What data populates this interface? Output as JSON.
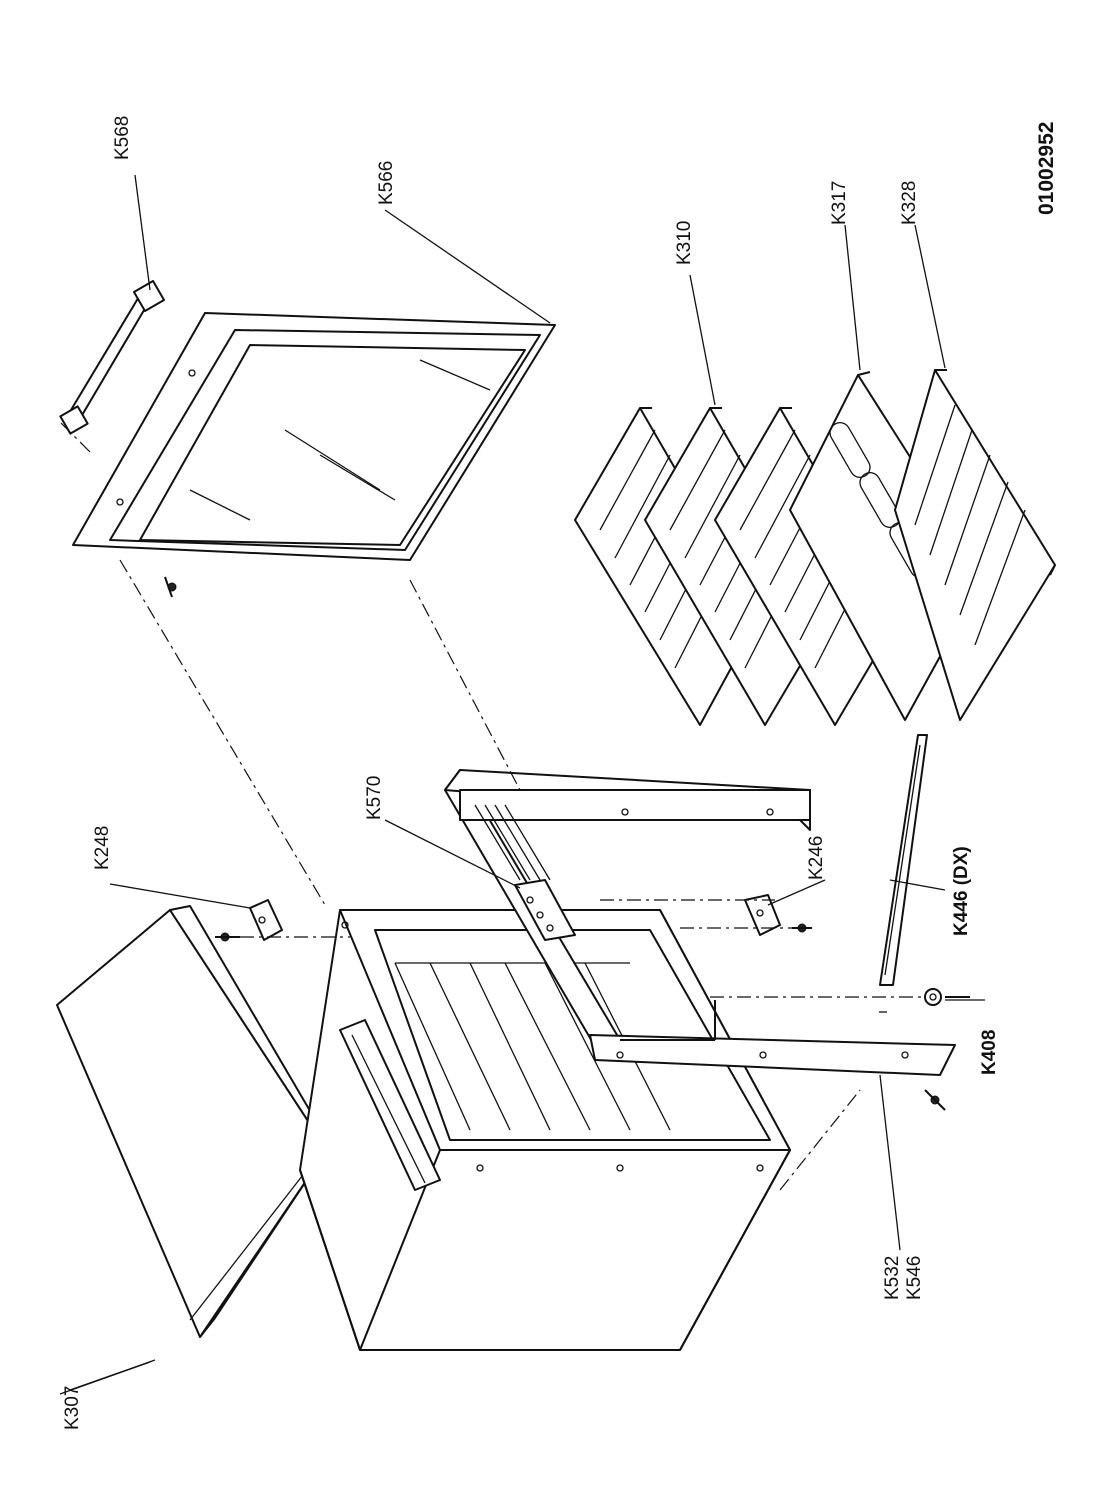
{
  "drawing_number": "01002952",
  "labels": {
    "k307": "K307",
    "k248": "K248",
    "k570": "K570",
    "k246": "K246",
    "k446": "K446 (DX)",
    "k408": "K408",
    "k532": "K532",
    "k546": "K546",
    "k568": "K568",
    "k566": "K566",
    "k310": "K310",
    "k317": "K317",
    "k328": "K328"
  }
}
